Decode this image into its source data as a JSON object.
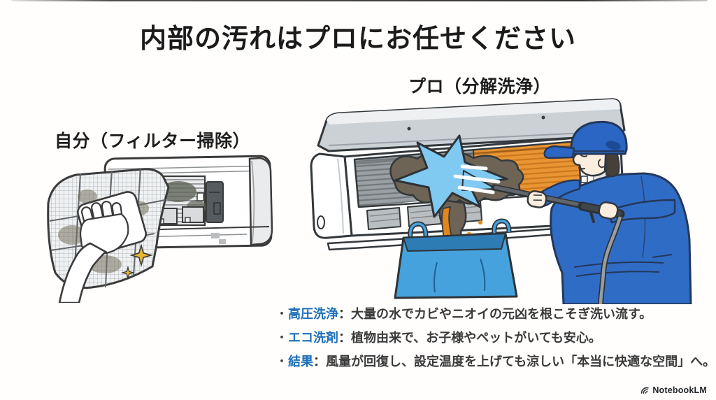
{
  "title": {
    "text": "内部の汚れはプロにお任せください"
  },
  "comparison": {
    "diy": {
      "label": "自分（フィルター掃除）"
    },
    "pro": {
      "label": "プロ（分解洗浄）"
    }
  },
  "bullets": [
    {
      "marker": "・",
      "keyword": "高圧洗浄",
      "separator": "：",
      "description": "大量の水でカビやニオイの元凶を根こそぎ洗い流す。"
    },
    {
      "marker": "・",
      "keyword": "エコ洗剤",
      "separator": "：",
      "description": "植物由来で、お子様やペットがいても安心。"
    },
    {
      "marker": "・",
      "keyword": "結果",
      "separator": "：",
      "description": "風量が回復し、設定温度を上げても涼しい「本当に快適な空間」へ。"
    }
  ],
  "footer": {
    "brand": "NotebookLM"
  },
  "colors": {
    "keyword_blue": "#1e6fb8",
    "text_dark": "#3a3a3a",
    "title_black": "#1b1b1b",
    "uniform_blue": "#2f6cc6",
    "cap_blue": "#2b66c4",
    "bag_blue": "#46a2dc",
    "splash_blue": "#80c9f1",
    "coil_orange": "#ea9533",
    "dirty_water_orange": "#e2861c",
    "grime_brown": "#6e6455",
    "sparkle_gold": "#e7b733",
    "lid_gray": "#ccd1d5"
  }
}
